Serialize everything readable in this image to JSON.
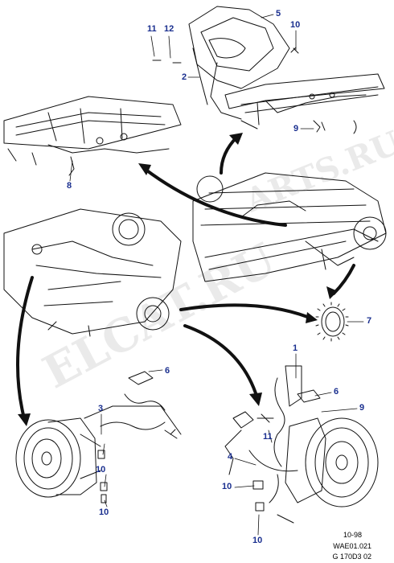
{
  "watermark": {
    "top": "ARTS.RU",
    "middle": "ELCAT.RU"
  },
  "callouts": {
    "c1": "1",
    "c2": "2",
    "c3": "3",
    "c4": "4",
    "c5": "5",
    "c6_left": "6",
    "c6_right": "6",
    "c7": "7",
    "c8": "8",
    "c9_top": "9",
    "c9_right": "9",
    "c10_top": "10",
    "c10_left_a": "10",
    "c10_left_b": "10",
    "c10_right_a": "10",
    "c10_right_b": "10",
    "c11_top": "11",
    "c11_right": "11",
    "c12": "12"
  },
  "reference": {
    "date": "10-98",
    "code1": "WAE01.021",
    "code2": "G 170D3 02"
  },
  "colors": {
    "line": "#111111",
    "callout": "#1a2f8f",
    "watermark": "#d9d9d9"
  }
}
